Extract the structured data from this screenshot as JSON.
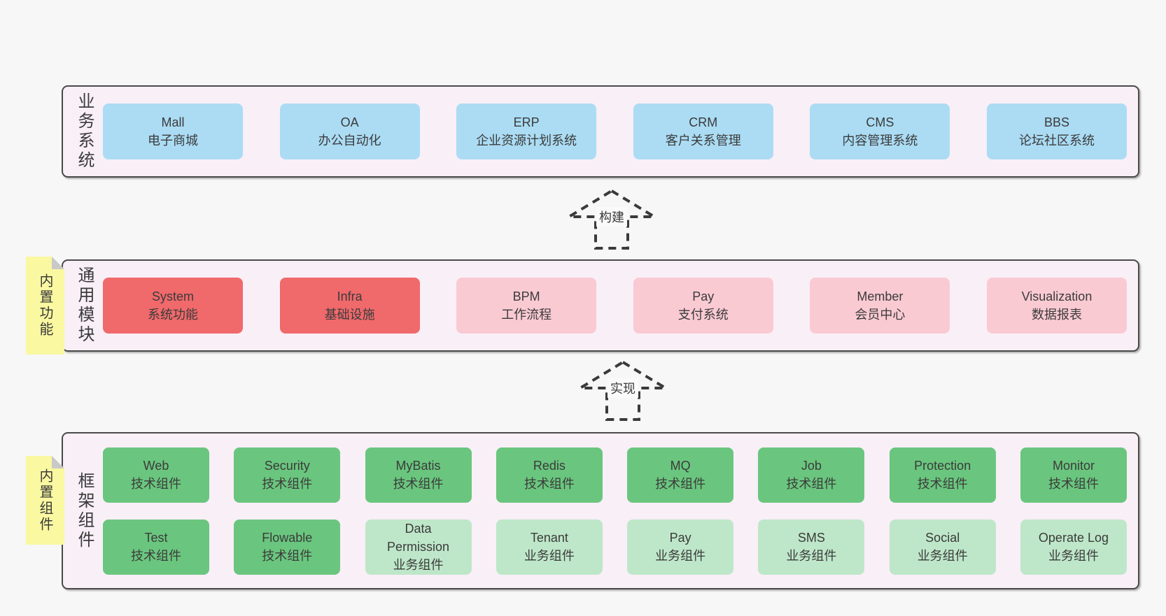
{
  "colors": {
    "page_bg": "#F7F7F7",
    "panel_bg": "#F9EFF7",
    "panel_border": "#4A4A4A",
    "text": "#3B3B3B",
    "note_bg": "#FAF8A0",
    "note_fold": "#C9C9C9",
    "arrow": "#3A3A3A",
    "arrow_label_bg": "#FAFAFA",
    "blue": "#ABDCF4",
    "red": "#F0696B",
    "pink": "#FACAD3",
    "green": "#6AC67E",
    "light_green": "#BEE7C9"
  },
  "arrows": [
    {
      "label": "构建"
    },
    {
      "label": "实现"
    }
  ],
  "sections": [
    {
      "label": "业务系统",
      "note": null,
      "rows": [
        [
          {
            "en": "Mall",
            "zh": "电子商城",
            "type": "blue"
          },
          {
            "en": "OA",
            "zh": "办公自动化",
            "type": "blue"
          },
          {
            "en": "ERP",
            "zh": "企业资源计划系统",
            "type": "blue"
          },
          {
            "en": "CRM",
            "zh": "客户关系管理",
            "type": "blue"
          },
          {
            "en": "CMS",
            "zh": "内容管理系统",
            "type": "blue"
          },
          {
            "en": "BBS",
            "zh": "论坛社区系统",
            "type": "blue"
          }
        ]
      ]
    },
    {
      "label": "通用模块",
      "note": "内置功能",
      "rows": [
        [
          {
            "en": "System",
            "zh": "系统功能",
            "type": "red"
          },
          {
            "en": "Infra",
            "zh": "基础设施",
            "type": "red"
          },
          {
            "en": "BPM",
            "zh": "工作流程",
            "type": "pink"
          },
          {
            "en": "Pay",
            "zh": "支付系统",
            "type": "pink"
          },
          {
            "en": "Member",
            "zh": "会员中心",
            "type": "pink"
          },
          {
            "en": "Visualization",
            "zh": "数据报表",
            "type": "pink"
          }
        ]
      ]
    },
    {
      "label": "框架组件",
      "note": "内置组件",
      "rows": [
        [
          {
            "en": "Web",
            "zh": "技术组件",
            "type": "green"
          },
          {
            "en": "Security",
            "zh": "技术组件",
            "type": "green"
          },
          {
            "en": "MyBatis",
            "zh": "技术组件",
            "type": "green"
          },
          {
            "en": "Redis",
            "zh": "技术组件",
            "type": "green"
          },
          {
            "en": "MQ",
            "zh": "技术组件",
            "type": "green"
          },
          {
            "en": "Job",
            "zh": "技术组件",
            "type": "green"
          },
          {
            "en": "Protection",
            "zh": "技术组件",
            "type": "green"
          },
          {
            "en": "Monitor",
            "zh": "技术组件",
            "type": "green"
          }
        ],
        [
          {
            "en": "Test",
            "zh": "技术组件",
            "type": "green"
          },
          {
            "en": "Flowable",
            "zh": "技术组件",
            "type": "green"
          },
          {
            "en": "Data Permission",
            "zh": "业务组件",
            "type": "light_green"
          },
          {
            "en": "Tenant",
            "zh": "业务组件",
            "type": "light_green"
          },
          {
            "en": "Pay",
            "zh": "业务组件",
            "type": "light_green"
          },
          {
            "en": "SMS",
            "zh": "业务组件",
            "type": "light_green"
          },
          {
            "en": "Social",
            "zh": "业务组件",
            "type": "light_green"
          },
          {
            "en": "Operate Log",
            "zh": "业务组件",
            "type": "light_green"
          }
        ]
      ]
    }
  ]
}
